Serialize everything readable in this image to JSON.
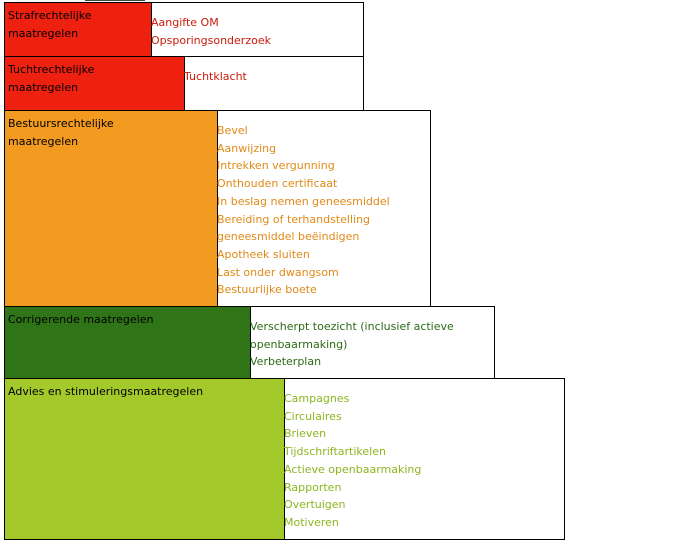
{
  "tiers": [
    {
      "label": "Strafrechtelijke\nmaatregelen",
      "color": "#ee2010",
      "text_color": "#cc1a0a",
      "items": [
        "Aangifte OM",
        "Opsporingsonderzoek"
      ]
    },
    {
      "label": "Tuchtrechtelijke\nmaatregelen",
      "color": "#ee2010",
      "text_color": "#cc1a0a",
      "items": [
        "Tuchtklacht"
      ]
    },
    {
      "label": "Bestuursrechtelijke\nmaatregelen",
      "color": "#f39a20",
      "text_color": "#e08a18",
      "items": [
        "Bevel",
        "Aanwijzing",
        "Intrekken vergunning",
        "Onthouden certificaat",
        "In beslag nemen geneesmiddel",
        "Bereiding of terhandstelling",
        "geneesmiddel beëindigen",
        "Apotheek sluiten",
        "Last onder dwangsom",
        "Bestuurlijke boete"
      ]
    },
    {
      "label": "Corrigerende maatregelen",
      "color": "#2f7417",
      "text_color": "#2b6a14",
      "items": [
        "Verscherpt toezicht (inclusief actieve openbaarmaking)",
        "Verbeterplan"
      ]
    },
    {
      "label": "Advies en stimuleringsmaatregelen",
      "color": "#a4c92a",
      "text_color": "#8db521",
      "items": [
        "Campagnes",
        "Circulaires",
        "Brieven",
        "Tijdschriftartikelen",
        "Actieve openbaarmaking",
        "Rapporten",
        "Overtuigen",
        "Motiveren"
      ]
    }
  ]
}
